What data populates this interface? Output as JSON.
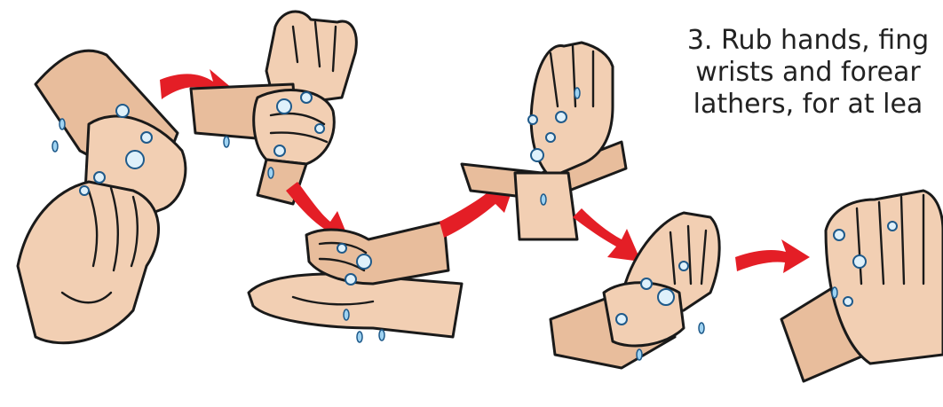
{
  "caption": {
    "line1": "3. Rub hands, fing",
    "line2": "wrists and forear",
    "line3": "lathers, for at lea"
  },
  "illustration": {
    "steps": 6,
    "arrow_color": "#e41e26",
    "skin_color": "#f2cfb3",
    "bubble_color": "#dff1fb"
  }
}
